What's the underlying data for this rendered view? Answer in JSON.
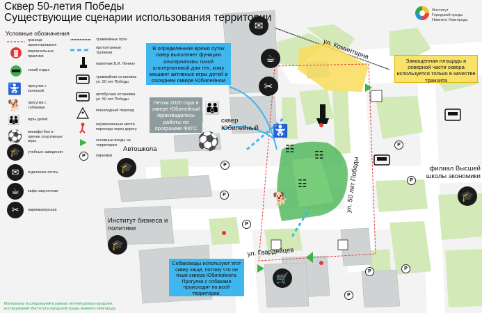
{
  "title": {
    "line1": "Сквер 50-летия Победы",
    "line2": "Существующие сценарии использования территории"
  },
  "logo": {
    "line1": "Институт",
    "line2": "Городской среды",
    "line3": "Нижнего Новгорода",
    "colors": [
      "#2aa84a",
      "#2b8fd6",
      "#f2c12e",
      "#e34a3f"
    ]
  },
  "legend": {
    "title": "Условные обозначения",
    "items_left": [
      {
        "label": "граница проектирования",
        "icon": "dashed-red-line"
      },
      {
        "label": "маргинальные практики",
        "icon": "red-pin-icon"
      },
      {
        "label": "тихий отдых",
        "icon": "green-pin-icon"
      },
      {
        "label": "прогулки с коляской",
        "icon": "stroller-icon"
      },
      {
        "label": "прогулки с собаками",
        "icon": "dog-icon"
      },
      {
        "label": "игры детей",
        "icon": "kids-icon"
      },
      {
        "label": "минифутбол и прочие спортивные игры",
        "icon": "soccer-ball-icon"
      },
      {
        "label": "учебные заведения",
        "icon": "graduation-cap-icon"
      },
      {
        "label": "отделение почты",
        "icon": "envelope-icon"
      },
      {
        "label": "кафе-закусочная",
        "icon": "cup-icon"
      },
      {
        "label": "парикмахерская",
        "icon": "scissors-icon"
      }
    ],
    "items_right": [
      {
        "label": "трамвайные пути",
        "icon": "tram-track-line"
      },
      {
        "label": "протоптанные тропинки",
        "icon": "blue-dashed-line"
      },
      {
        "label": "памятник В.И. Ленину",
        "icon": "monument-icon"
      },
      {
        "label": "трамвайная остановка ул. 50 лет Победы",
        "icon": "tram-icon"
      },
      {
        "label": "автобусная остановка ул. 50 лет Победы",
        "icon": "bus-icon"
      },
      {
        "label": "пешеходный переход",
        "icon": "crosswalk-icon"
      },
      {
        "label": "неузаконенные места перехода через дорогу",
        "icon": "walker-red-icon"
      },
      {
        "label": "основные входы на территорию",
        "icon": "green-triangle-icon"
      },
      {
        "label": "парковки",
        "icon": "parking-icon"
      }
    ]
  },
  "callouts": {
    "blue_top": "В определенное время суток сквер выполняет функцию альтернативы тихой альтернативой для тех, кому мешают активные игры детей в соседнем сквере Юбилейном",
    "gray": "Летом 2020 года в сквере Юбилейный производились работы по программе ФКГС",
    "yellow": "Замощенная площадь в северной части сквера используется только в качестве транзита",
    "blue_bottom": "Собаководы используют этот сквер чаще, потому что он тише сквера Юбилейного. Прогулки с собаками происходят по всей территории."
  },
  "labels": {
    "street_kominterna": "ул. Коминтерна",
    "street_50_let": "ул. 50 лет Победы",
    "street_gvardeytsev": "ул. Гвардейцев",
    "square_yubileyny": "сквер Юбилейный",
    "autoschool": "Автошкола",
    "institute": "Институт бизнеса и политики",
    "hse": "филиал Высшей школы экономики",
    "parking": "P"
  },
  "footer": {
    "line1": "Материалы исследований в рамках летней школы городских",
    "line2": "исследований Института городской среды Нижнего Новгорода"
  },
  "colors": {
    "green_zone": "#3db24a",
    "yellow_zone": "#f8dc5a",
    "blue_accent": "#3fb6ee",
    "red_accent": "#e3373a",
    "building": "#cfd3d4",
    "vegetation": "#d3e9b8"
  }
}
